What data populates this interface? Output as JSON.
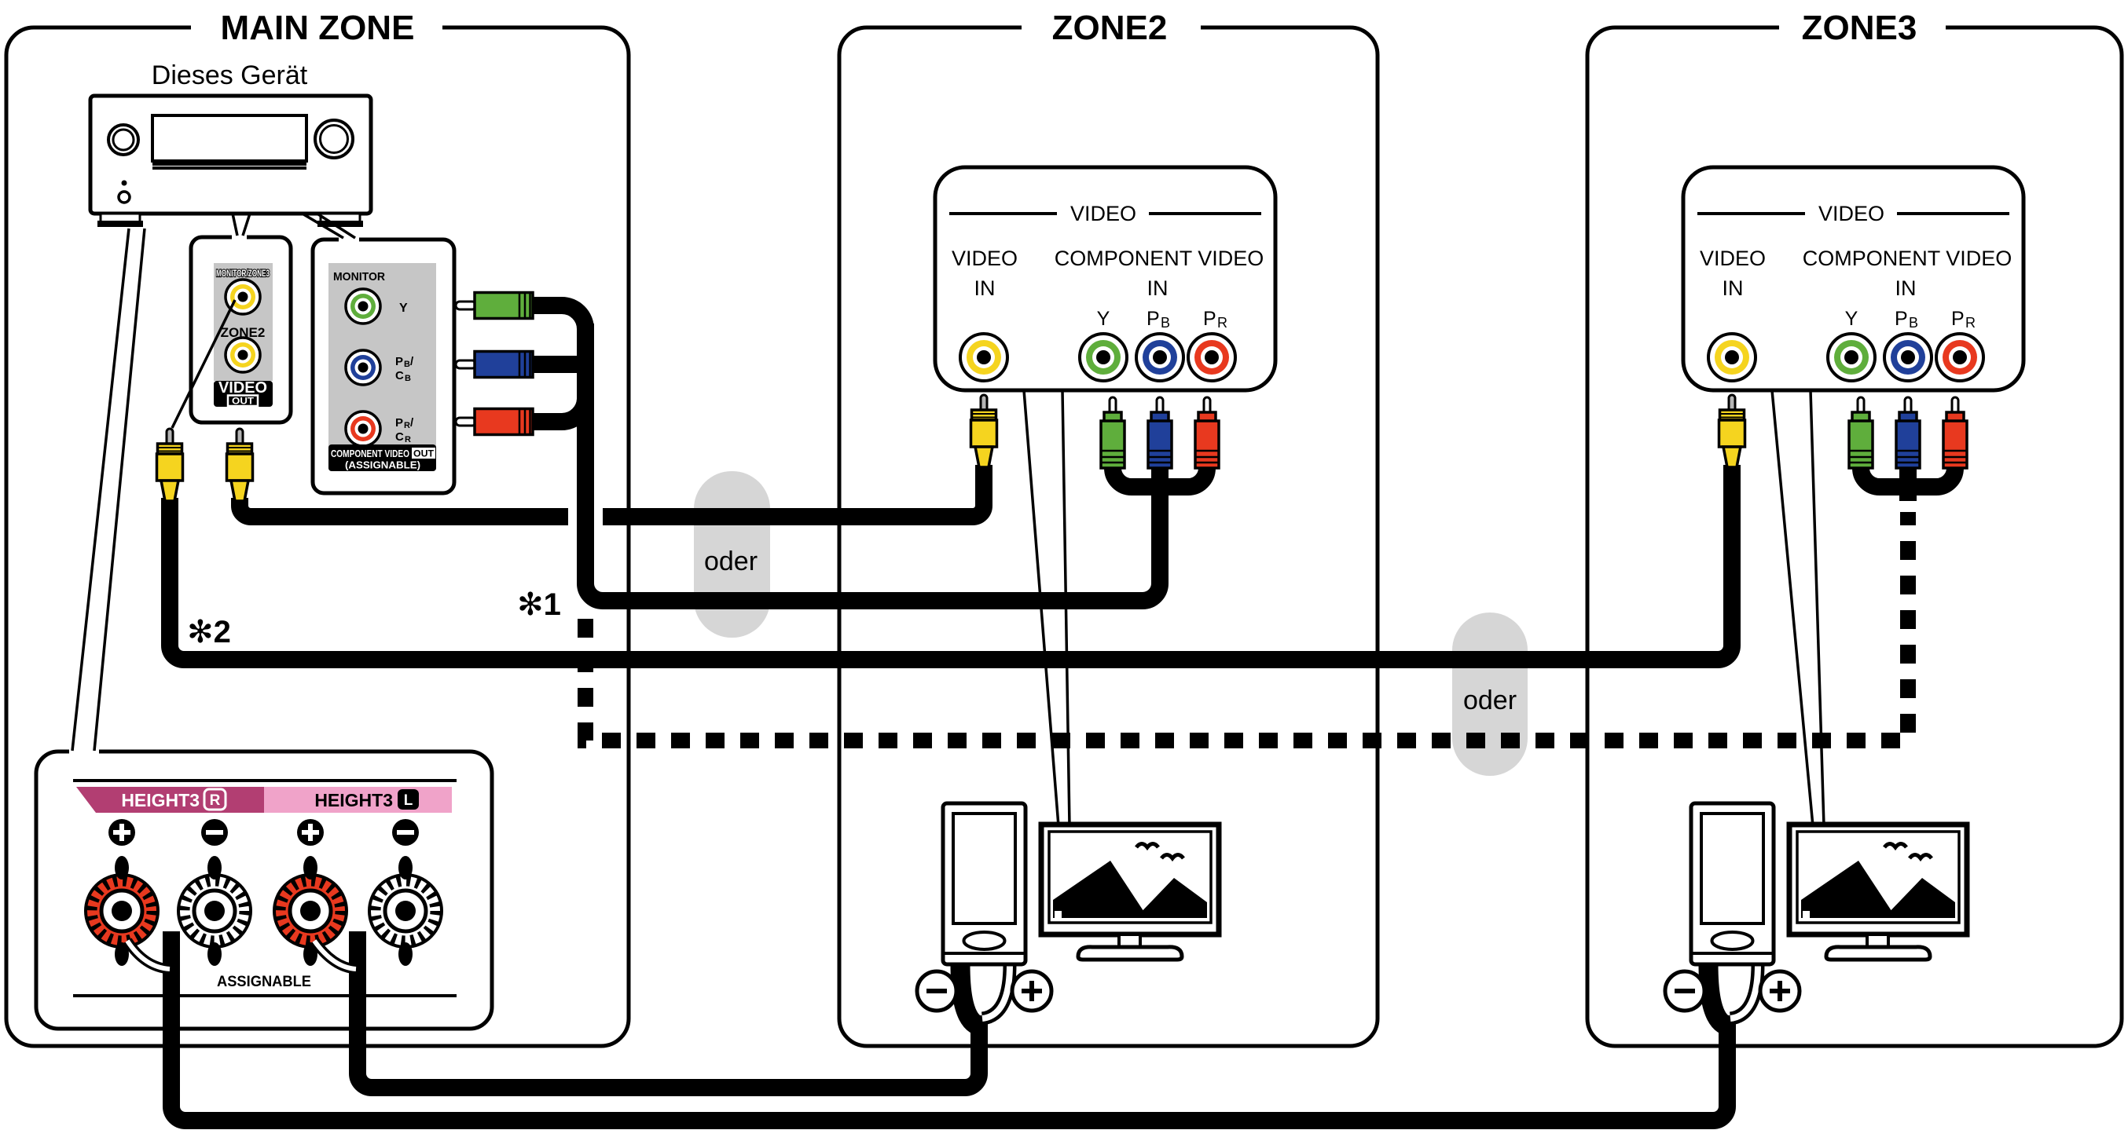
{
  "zones": {
    "main_title": "MAIN ZONE",
    "zone2_title": "ZONE2",
    "zone3_title": "ZONE3"
  },
  "device_label": "Dieses Gerät",
  "video_out_panel": {
    "jack1_label": "MONITOR/ZONE3",
    "jack2_label": "ZONE2",
    "badge_title": "VIDEO",
    "badge_sub": "OUT"
  },
  "component_out_panel": {
    "title": "MONITOR",
    "jack1_label": "Y",
    "jack2_line1_main": "P",
    "jack2_line1_sub": "B",
    "jack2_line1_slash": "/",
    "jack2_line2_main": "C",
    "jack2_line2_sub": "B",
    "jack3_line1_main": "P",
    "jack3_line1_sub": "R",
    "jack3_line1_slash": "/",
    "jack3_line2_main": "C",
    "jack3_line2_sub": "R",
    "badge_title": "COMPONENT VIDEO",
    "badge_box": "OUT",
    "badge_sub": "(ASSIGNABLE)"
  },
  "zone_panel": {
    "header": "VIDEO",
    "video_in_line1": "VIDEO",
    "video_in_line2": "IN",
    "component_line1": "COMPONENT VIDEO",
    "component_line2": "IN",
    "label_y": "Y",
    "label_p": "P",
    "label_b_sub": "B",
    "label_r_sub": "R"
  },
  "height3_panel": {
    "name_r": "HEIGHT3",
    "channel_r": "R",
    "name_l": "HEIGHT3",
    "channel_l": "L",
    "assignable": "ASSIGNABLE"
  },
  "annotations": {
    "note1": "✻1",
    "note2": "✻2",
    "or_label_1": "oder",
    "or_label_2": "oder"
  },
  "speaker_polarity": {
    "minus": "−",
    "plus": "+"
  },
  "colors": {
    "yellow": "#f5d41f",
    "green": "#5fae3c",
    "blue": "#20409a",
    "red": "#e8391f",
    "panel_gray": "#c6c6c6",
    "pill_gray": "#d6d6d6",
    "maroon": "#b23e72",
    "pink": "#f0a3c9",
    "pin_gray": "#b5b5b5"
  }
}
